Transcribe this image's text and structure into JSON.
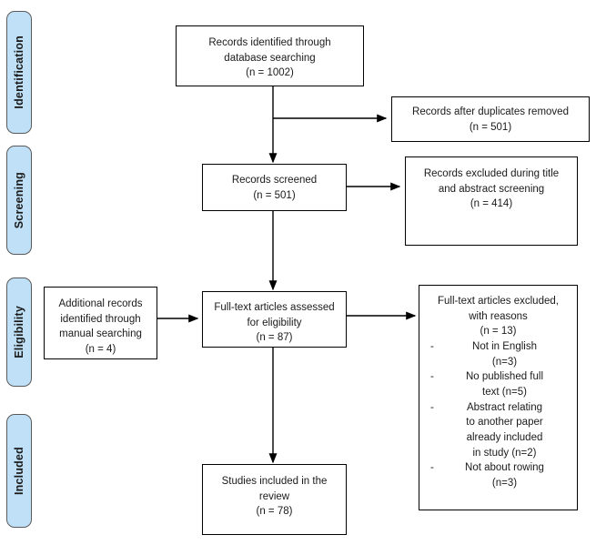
{
  "diagram": {
    "title": "PRISMA study selection flow diagram",
    "palette": {
      "stage_fill": "#bfe0f6",
      "stage_border": "#5a5a5a",
      "box_border": "#000000",
      "text": "#1a1a1a",
      "background": "#ffffff"
    }
  },
  "stages": [
    {
      "id": "identification",
      "label": "Identification"
    },
    {
      "id": "screening",
      "label": "Screening"
    },
    {
      "id": "eligibility",
      "label": "Eligibility"
    },
    {
      "id": "included",
      "label": "Included"
    }
  ],
  "boxes": {
    "records_identified": {
      "text": "Records identified through\ndatabase searching\n(n = 1002)"
    },
    "duplicates_removed": {
      "text": "Records after duplicates removed\n(n = 501)"
    },
    "records_screened": {
      "text": "Records screened\n(n = 501)"
    },
    "records_excluded": {
      "text": "Records excluded during title\nand abstract screening\n(n = 414)"
    },
    "additional_records": {
      "text": "Additional records\nidentified through\nmanual searching\n(n = 4)"
    },
    "fulltext_assessed": {
      "text": "Full-text articles assessed\nfor eligibility\n(n = 87)"
    },
    "fulltext_excluded": {
      "heading": "Full-text articles excluded,\nwith reasons\n(n = 13)",
      "reasons": [
        {
          "dash": "-",
          "text": "Not in English\n(n=3)"
        },
        {
          "dash": "-",
          "text": "No published full\ntext (n=5)"
        },
        {
          "dash": "-",
          "text": "Abstract relating\nto another paper\nalready included\nin study (n=2)"
        },
        {
          "dash": "-",
          "text": "Not about rowing\n(n=3)"
        }
      ]
    },
    "studies_included": {
      "text": "Studies included in the\nreview\n(n = 78)"
    }
  }
}
